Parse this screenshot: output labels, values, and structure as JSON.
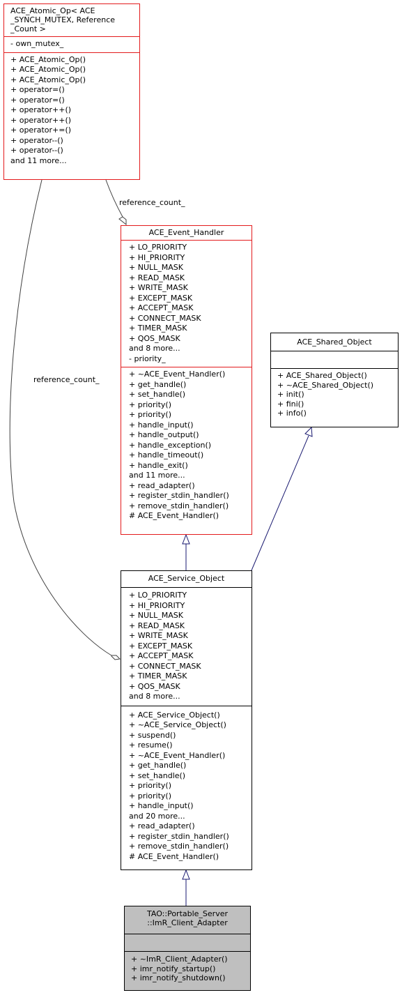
{
  "classes": {
    "atomic_op": {
      "title": [
        "ACE_Atomic_Op< ACE",
        "_SYNCH_MUTEX, Reference",
        "_Count >"
      ],
      "attributes": [
        "- own_mutex_"
      ],
      "methods": [
        "+ ACE_Atomic_Op()",
        "+ ACE_Atomic_Op()",
        "+ ACE_Atomic_Op()",
        "+ operator=()",
        "+ operator=()",
        "+ operator++()",
        "+ operator++()",
        "+ operator+=()",
        "+ operator--()",
        "+ operator--()",
        "and 11 more..."
      ]
    },
    "event_handler": {
      "title": [
        "ACE_Event_Handler"
      ],
      "attributes": [
        "+ LO_PRIORITY",
        "+ HI_PRIORITY",
        "+ NULL_MASK",
        "+ READ_MASK",
        "+ WRITE_MASK",
        "+ EXCEPT_MASK",
        "+ ACCEPT_MASK",
        "+ CONNECT_MASK",
        "+ TIMER_MASK",
        "+ QOS_MASK",
        "and 8 more...",
        "- priority_"
      ],
      "methods": [
        "+ ~ACE_Event_Handler()",
        "+ get_handle()",
        "+ set_handle()",
        "+ priority()",
        "+ priority()",
        "+ handle_input()",
        "+ handle_output()",
        "+ handle_exception()",
        "+ handle_timeout()",
        "+ handle_exit()",
        "and 11 more...",
        "+ read_adapter()",
        "+ register_stdin_handler()",
        "+ remove_stdin_handler()",
        "# ACE_Event_Handler()"
      ]
    },
    "shared_object": {
      "title": [
        "ACE_Shared_Object"
      ],
      "attributes": [],
      "methods": [
        "+ ACE_Shared_Object()",
        "+ ~ACE_Shared_Object()",
        "+ init()",
        "+ fini()",
        "+ info()"
      ]
    },
    "service_object": {
      "title": [
        "ACE_Service_Object"
      ],
      "attributes": [
        "+ LO_PRIORITY",
        "+ HI_PRIORITY",
        "+ NULL_MASK",
        "+ READ_MASK",
        "+ WRITE_MASK",
        "+ EXCEPT_MASK",
        "+ ACCEPT_MASK",
        "+ CONNECT_MASK",
        "+ TIMER_MASK",
        "+ QOS_MASK",
        "and 8 more..."
      ],
      "methods": [
        "+ ACE_Service_Object()",
        "+ ~ACE_Service_Object()",
        "+ suspend()",
        "+ resume()",
        "+ ~ACE_Event_Handler()",
        "+ get_handle()",
        "+ set_handle()",
        "+ priority()",
        "+ priority()",
        "+ handle_input()",
        "and 20 more...",
        "+ read_adapter()",
        "+ register_stdin_handler()",
        "+ remove_stdin_handler()",
        "# ACE_Event_Handler()"
      ]
    },
    "imr_client_adapter": {
      "title": [
        "TAO::Portable_Server",
        "::ImR_Client_Adapter"
      ],
      "attributes": [],
      "methods": [
        "+ ~ImR_Client_Adapter()",
        "+ imr_notify_startup()",
        "+ imr_notify_shutdown()"
      ]
    }
  },
  "edge_labels": {
    "ref_count_event_handler": "reference_count_",
    "ref_count_service_object": "reference_count_"
  },
  "colors": {
    "inheritance_edge": "#191970",
    "association_edge": "#404040",
    "highlight_border": "#e31a1c",
    "focus_fill": "#bfbfbf"
  }
}
